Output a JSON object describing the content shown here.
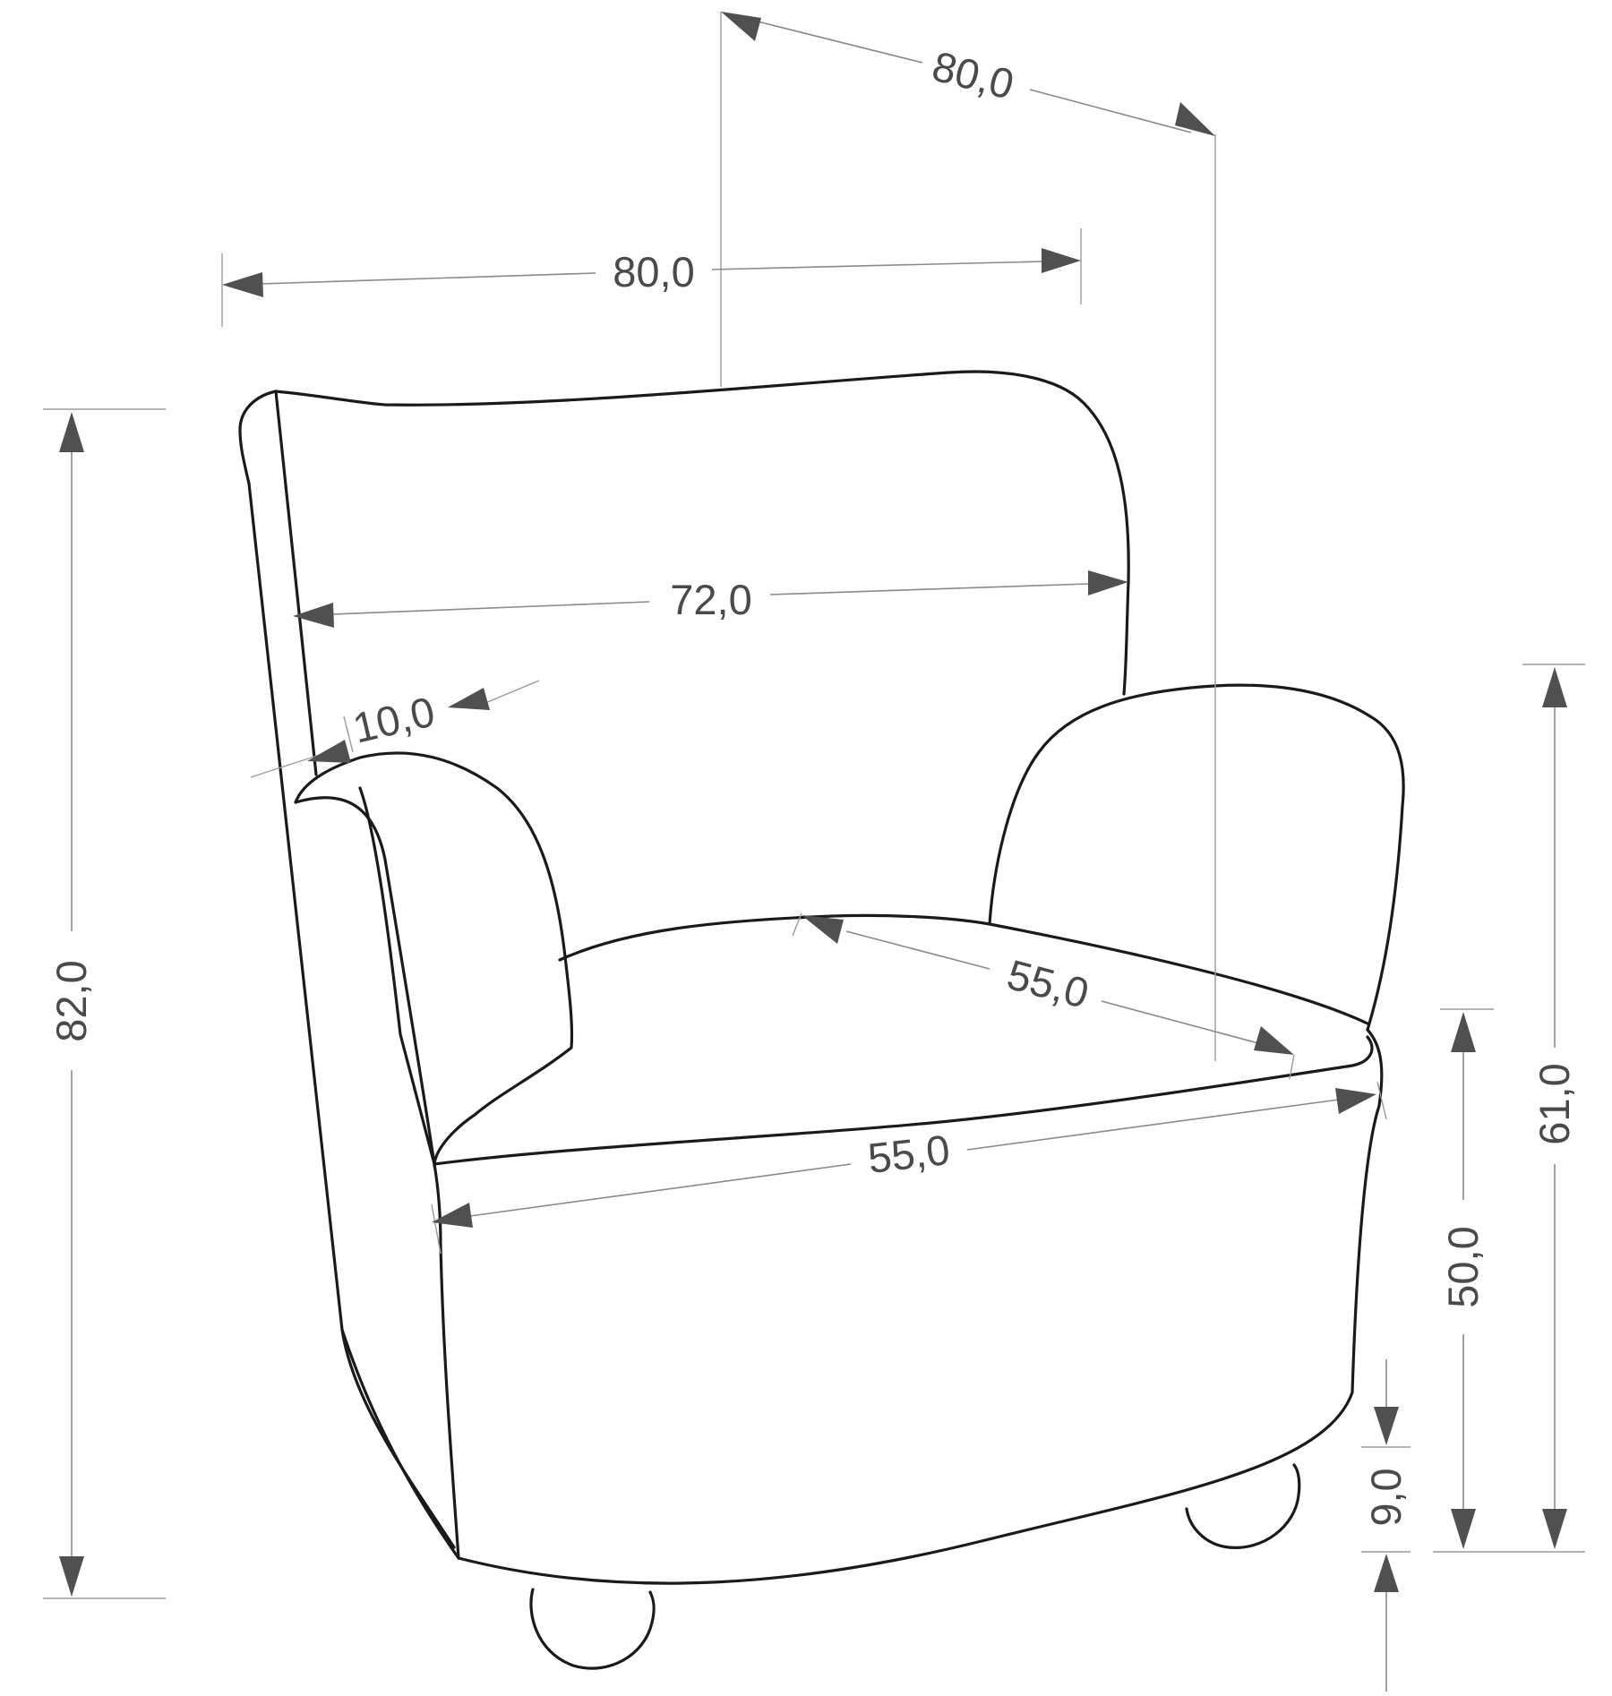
{
  "colors": {
    "outline": "#1a1a1a",
    "dimension_line": "#8a8a8a",
    "arrowhead": "#505050",
    "label": "#4a4a4a"
  },
  "dimensions": {
    "depth_total": "80,0",
    "width_total": "80,0",
    "backrest_width": "72,0",
    "armrest_thickness": "10,0",
    "seat_depth": "55,0",
    "seat_width": "55,0",
    "height_total": "82,0",
    "armrest_height": "61,0",
    "seat_height": "50,0",
    "leg_height": "9,0"
  }
}
